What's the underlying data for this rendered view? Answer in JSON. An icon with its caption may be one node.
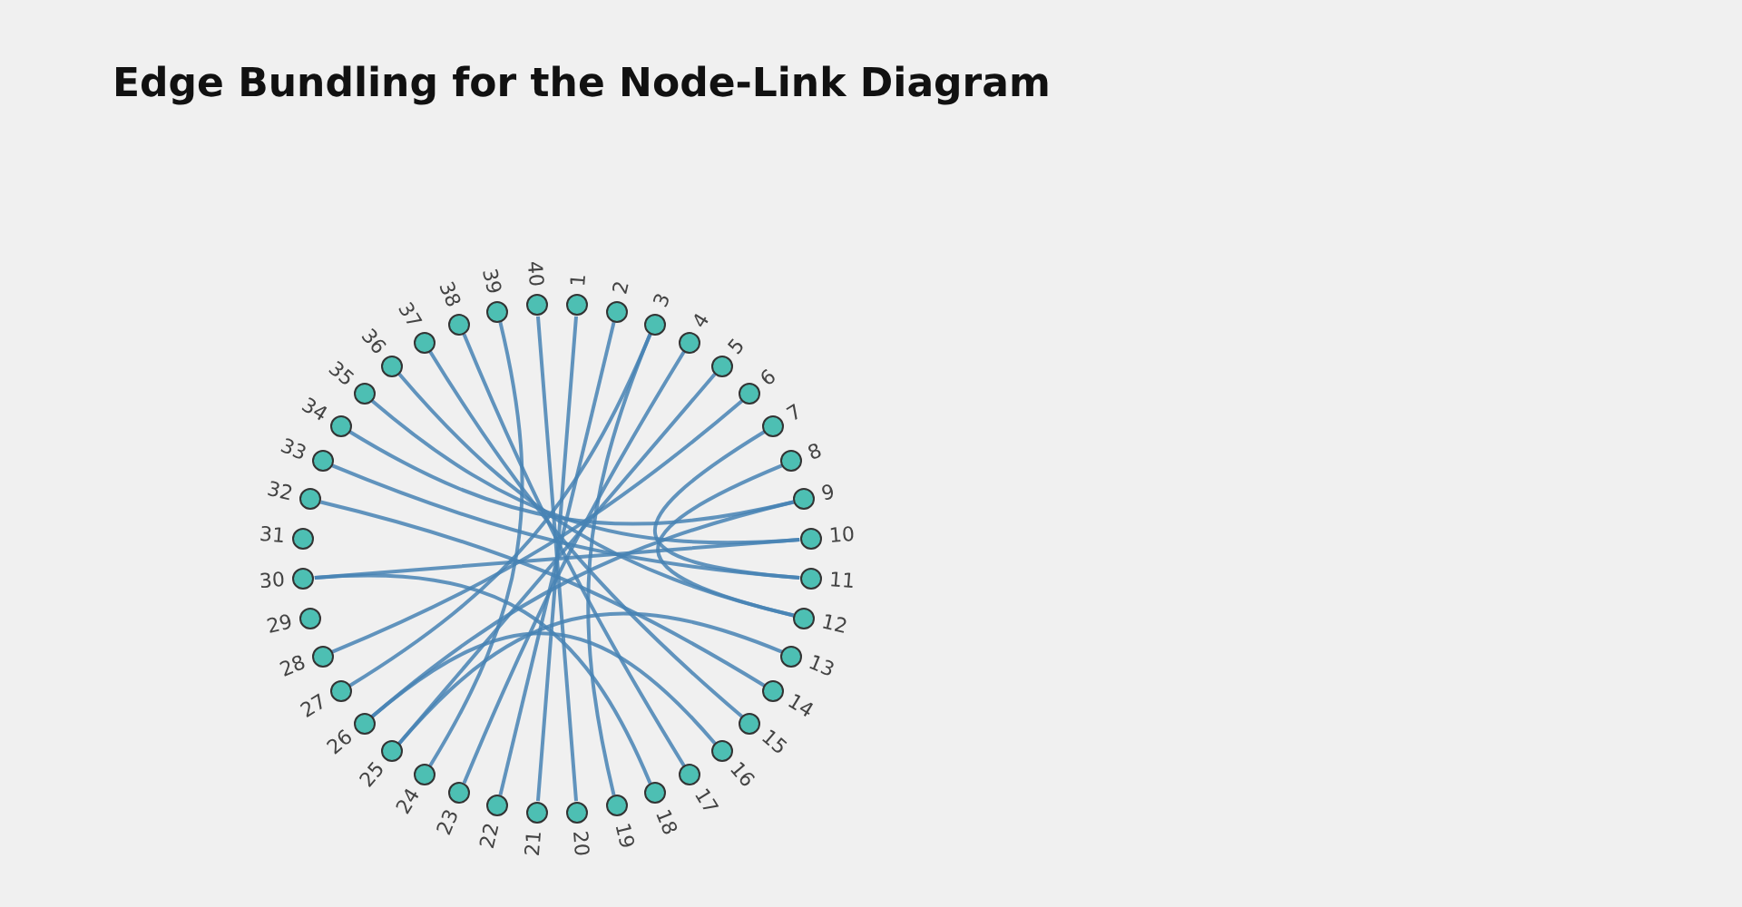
{
  "diagram": {
    "title": "Edge Bundling for the Node-Link Diagram",
    "nodes": [
      {
        "text": [
          "1"
        ]
      },
      {
        "text": [
          "2"
        ]
      },
      {
        "text": [
          "3"
        ]
      },
      {
        "text": [
          "4"
        ]
      },
      {
        "text": [
          "5"
        ]
      },
      {
        "text": [
          "6"
        ]
      },
      {
        "text": [
          "7"
        ]
      },
      {
        "text": [
          "8"
        ]
      },
      {
        "text": [
          "9"
        ]
      },
      {
        "text": [
          "10"
        ]
      },
      {
        "text": [
          "11"
        ]
      },
      {
        "text": [
          "12"
        ]
      },
      {
        "text": [
          "13"
        ]
      },
      {
        "text": [
          "14"
        ]
      },
      {
        "text": [
          "15"
        ]
      },
      {
        "text": [
          "16"
        ]
      },
      {
        "text": [
          "17"
        ]
      },
      {
        "text": [
          "18"
        ]
      },
      {
        "text": [
          "19"
        ]
      },
      {
        "text": [
          "20"
        ]
      },
      {
        "text": [
          "21"
        ]
      },
      {
        "text": [
          "22"
        ]
      },
      {
        "text": [
          "23"
        ]
      },
      {
        "text": [
          "24"
        ]
      },
      {
        "text": [
          "25"
        ]
      },
      {
        "text": [
          "26"
        ]
      },
      {
        "text": [
          "27"
        ]
      },
      {
        "text": [
          "28"
        ]
      },
      {
        "text": [
          "29"
        ]
      },
      {
        "text": [
          "30"
        ]
      },
      {
        "text": [
          "31"
        ]
      },
      {
        "text": [
          "32"
        ]
      },
      {
        "text": [
          "33"
        ]
      },
      {
        "text": [
          "34"
        ]
      },
      {
        "text": [
          "35"
        ]
      },
      {
        "text": [
          "36"
        ]
      },
      {
        "text": [
          "37"
        ]
      },
      {
        "text": [
          "38"
        ]
      },
      {
        "text": [
          "39"
        ]
      },
      {
        "text": [
          "40"
        ]
      }
    ],
    "edges": [
      {
        "from": 39,
        "to": 19,
        "arrow": "none"
      },
      {
        "from": 38,
        "to": 23,
        "arrow": "none"
      },
      {
        "from": 37,
        "to": 16,
        "arrow": "none"
      },
      {
        "from": 36,
        "to": 14,
        "arrow": "none"
      },
      {
        "from": 35,
        "to": 11,
        "arrow": "none"
      },
      {
        "from": 34,
        "to": 9,
        "arrow": "none"
      },
      {
        "from": 33,
        "to": 8,
        "arrow": "none"
      },
      {
        "from": 32,
        "to": 10,
        "arrow": "none"
      },
      {
        "from": 31,
        "to": 13,
        "arrow": "none"
      },
      {
        "from": 0,
        "to": 20,
        "arrow": "none"
      },
      {
        "from": 1,
        "to": 21,
        "arrow": "none"
      },
      {
        "from": 2,
        "to": 26,
        "arrow": "none"
      },
      {
        "from": 3,
        "to": 22,
        "arrow": "none"
      },
      {
        "from": 4,
        "to": 24,
        "arrow": "none"
      },
      {
        "from": 5,
        "to": 27,
        "arrow": "none"
      },
      {
        "from": 7,
        "to": 11,
        "arrow": "none"
      },
      {
        "from": 8,
        "to": 25,
        "arrow": "none"
      },
      {
        "from": 9,
        "to": 29,
        "arrow": "none"
      },
      {
        "from": 12,
        "to": 24,
        "arrow": "none"
      },
      {
        "from": 15,
        "to": 25,
        "arrow": "none"
      },
      {
        "from": 17,
        "to": 29,
        "arrow": "none"
      },
      {
        "from": 18,
        "to": 2,
        "arrow": "none"
      },
      {
        "from": 6,
        "to": 10,
        "arrow": "none"
      }
    ]
  }
}
